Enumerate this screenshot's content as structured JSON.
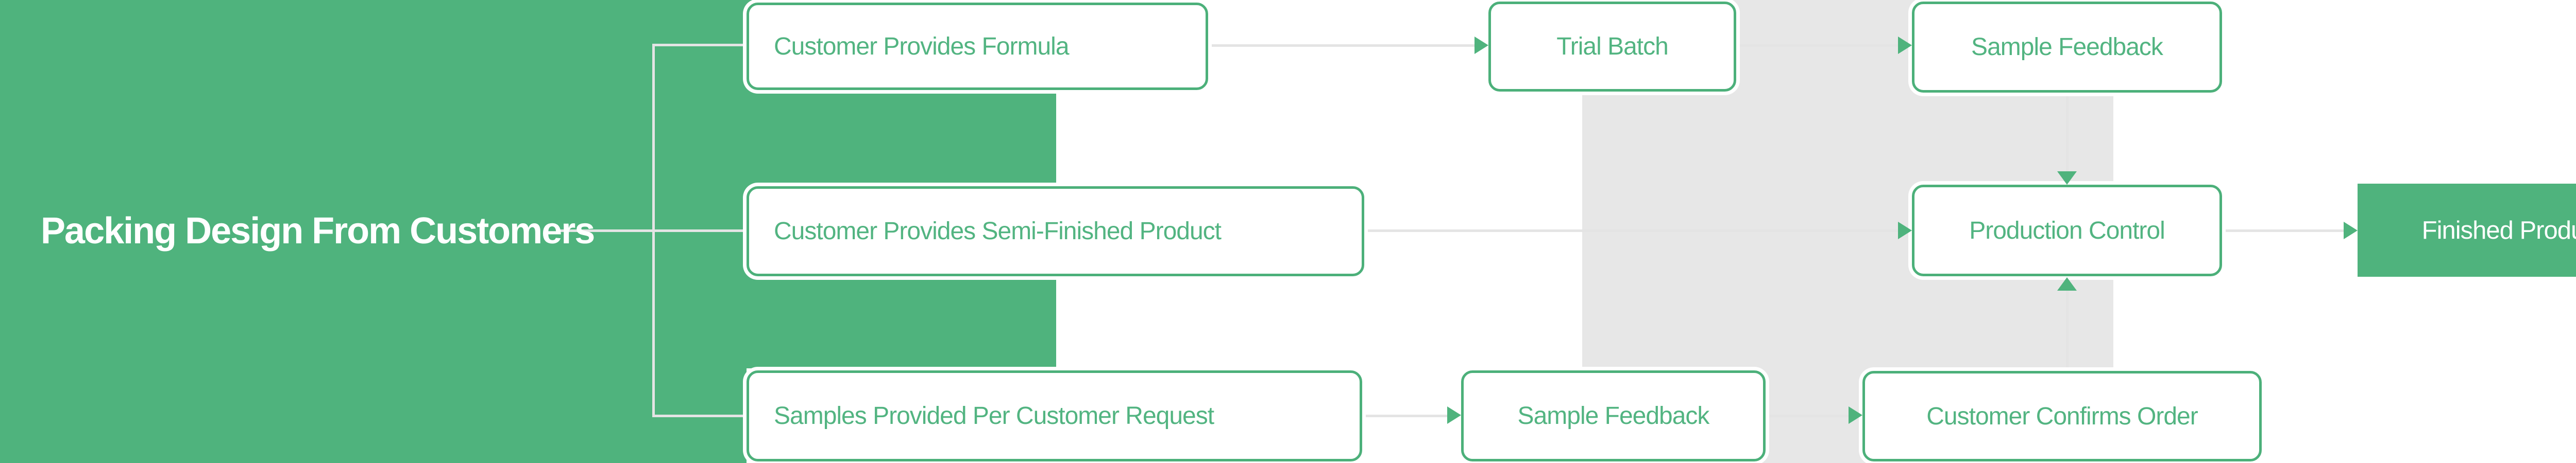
{
  "title": {
    "label": "Packing Design From Customers"
  },
  "nodes": {
    "formula": {
      "label": "Customer Provides Formula"
    },
    "semi_finished": {
      "label": "Customer Provides Semi-Finished Product"
    },
    "samples_request": {
      "label": "Samples Provided Per Customer Request"
    },
    "trial_batch": {
      "label": "Trial Batch"
    },
    "feedback_top": {
      "label": "Sample Feedback"
    },
    "production": {
      "label": "Production Control"
    },
    "finished": {
      "label": "Finished Product"
    },
    "feedback_bottom": {
      "label": "Sample Feedback"
    },
    "confirm_order": {
      "label": "Customer Confirms Order"
    }
  },
  "icons": {
    "arrow_right": "arrowhead-right",
    "arrow_down": "arrowhead-down",
    "arrow_up": "arrowhead-up"
  },
  "colors": {
    "green": "#4FB37D",
    "green_border": "#4CB07A",
    "green_text": "#52B481",
    "gray_band": "#E7E7E7",
    "connector_line": "#E4E4E4",
    "node_fill": "#FFFFFF",
    "title_text": "#FFFFFF"
  }
}
